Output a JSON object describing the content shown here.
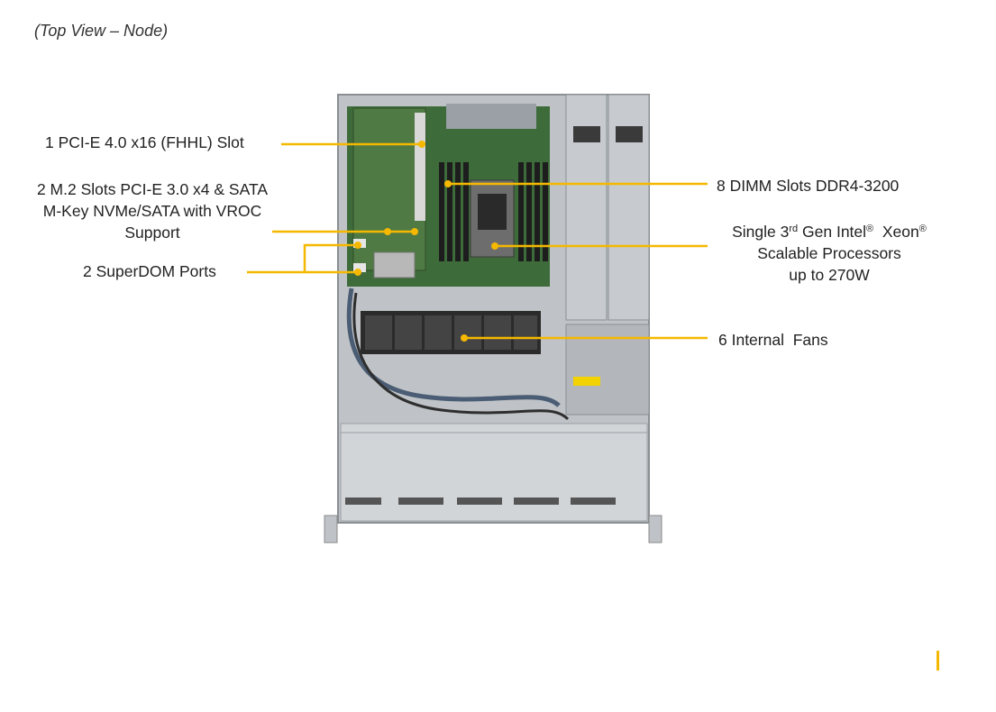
{
  "view_title": "(Top View – Node)",
  "labels": {
    "pcie_slot": "1 PCI-E 4.0 x16 (FHHL) Slot",
    "m2_line1": "2 M.2 Slots PCI-E 3.0 x4 & SATA",
    "m2_line2": "M-Key NVMe/SATA with VROC",
    "m2_line3": "Support",
    "superdom": "2 SuperDOM Ports",
    "dimm": "8 DIMM Slots DDR4-3200",
    "cpu_line1_a": "Single 3",
    "cpu_line1_sup1": "rd",
    "cpu_line1_b": " Gen Intel",
    "cpu_line1_sup2": "®",
    "cpu_line1_c": "  Xeon",
    "cpu_line1_sup3": "®",
    "cpu_line2": "Scalable Processors",
    "cpu_line3": "up to 270W",
    "fans": "6 Internal  Fans"
  },
  "colors": {
    "callout": "#f5b800",
    "chassis": "#c9cdd1",
    "board": "#3e6b3a",
    "fan": "#2b2b2b"
  }
}
